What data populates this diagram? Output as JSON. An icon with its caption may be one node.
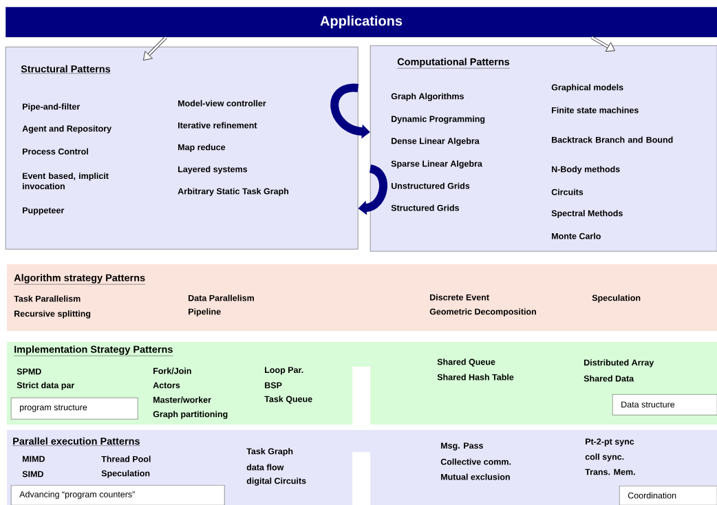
{
  "diagram": {
    "nodes": [
      {
        "text": [
          "Applications"
        ]
      },
      {
        "text": [
          "Structural Patterns",
          "Pipe-and-filter",
          "Agent and Repository",
          "Process Control",
          "Event based, implicit invocation",
          "Puppeteer",
          "Model-view controller",
          "Iterative refinement",
          "Map reduce",
          "Layered systems",
          "Arbitrary Static Task Graph"
        ]
      },
      {
        "text": [
          "Computational Patterns",
          "Graph Algorithms",
          "Dynamic Programming",
          "Dense Linear Algebra",
          "Sparse Linear Algebra",
          "Unstructured Grids",
          "Structured Grids",
          "Graphical models",
          "Finite state machines",
          "Backtrack Branch and Bound",
          "N-Body methods",
          "Circuits",
          "Spectral Methods",
          "Monte Carlo"
        ]
      },
      {
        "text": [
          "Algorithm strategy Patterns",
          "Task Parallelism",
          "Recursive splitting",
          "Data Parallelism",
          "Pipeline",
          "Discrete Event",
          "Geometric Decomposition",
          "Speculation"
        ]
      },
      {
        "text": [
          "Implementation Strategy Patterns",
          "SPMD",
          "Strict data par",
          "Fork/Join",
          "Actors",
          "Master/worker",
          "Graph partitioning",
          "Loop Par.",
          "BSP",
          "Task Queue",
          "Shared Queue",
          "Shared Hash Table",
          "Distributed Array",
          "Shared Data"
        ]
      },
      {
        "text": [
          "program structure"
        ],
        "in": 4
      },
      {
        "text": [
          "Data structure"
        ],
        "in": 4
      },
      {
        "text": [
          "Parallel execution Patterns",
          "MIMD",
          "SIMD",
          "Thread Pool",
          "Speculation",
          "Task Graph",
          "data flow",
          "digital Circuits",
          "Msg. Pass",
          "Collective comm.",
          "Mutual exclusion",
          "Pt-2-pt sync",
          "coll sync.",
          "Trans. Mem."
        ]
      },
      {
        "text": [
          "Advancing “program counters”"
        ],
        "in": 7
      },
      {
        "text": [
          "Coordination"
        ],
        "in": 7
      }
    ],
    "edges": [
      {
        "from": 0,
        "to": 1,
        "arrow": "to"
      },
      {
        "from": 0,
        "to": 2,
        "arrow": "to"
      },
      {
        "from": 1,
        "to": 2,
        "arrow": "to",
        "style": "thick",
        "color": "#000080"
      },
      {
        "from": 2,
        "to": 1,
        "arrow": "to",
        "style": "thick",
        "color": "#000080"
      }
    ]
  }
}
